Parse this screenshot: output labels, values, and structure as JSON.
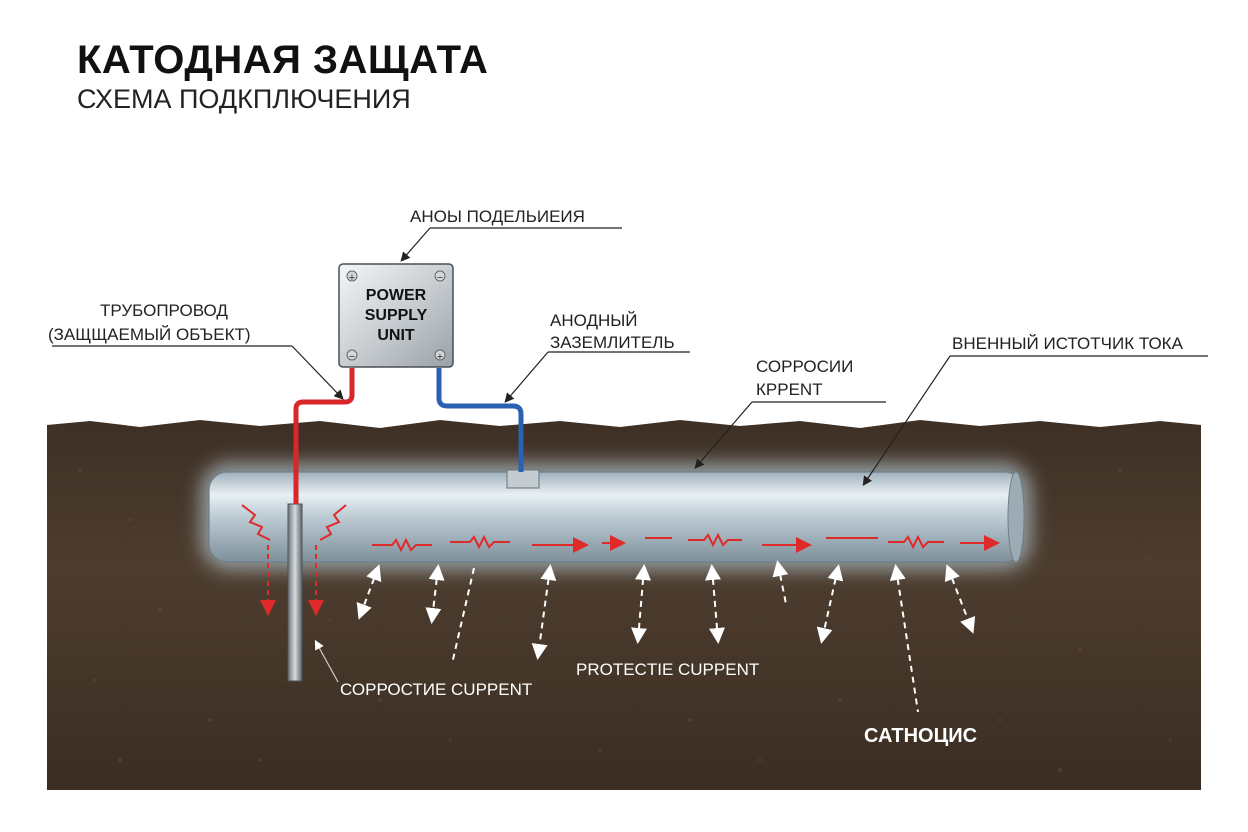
{
  "header": {
    "title": "КАТОДНАЯ ЗАЩАТА",
    "subtitle": "СХЕМА ПОДКПЛЮЧЕНИЯ"
  },
  "power_supply": {
    "line1": "POWER",
    "line2": "SUPPLY",
    "line3": "UNIT",
    "plus_top": "+",
    "minus_top": "−",
    "minus_bottom": "−",
    "plus_bottom": "+"
  },
  "labels": {
    "anode_split": "АНОЫ ПОДЕЛЬИЕИЯ",
    "pipeline_1": "ТРУБОПРОВОД",
    "pipeline_2": "(ЗАЩЩАЕМЫЙ ОБЪЕКТ)",
    "anode_ground_1": "АНОДНЫЙ",
    "anode_ground_2": "ЗАЗЕМЛИТЕЛЬ",
    "corrosion_1": "СОРРОСИИ",
    "corrosion_2": "КРРЕNT",
    "external_source": "ВНЕННЫЙ ИСТОТЧИК ТОКА",
    "corrostie_current": "СОРРОСТИЕ СUPPENT",
    "protective_current": "PROTECTIE СUPPENT",
    "cathode": "САТНОЦИС"
  },
  "colors": {
    "soil": "#4a3a2c",
    "pipe": "#b9c6cf",
    "positive_wire": "#d9262b",
    "negative_wire": "#2a62b3",
    "current_arrow": "#e02a2a"
  }
}
